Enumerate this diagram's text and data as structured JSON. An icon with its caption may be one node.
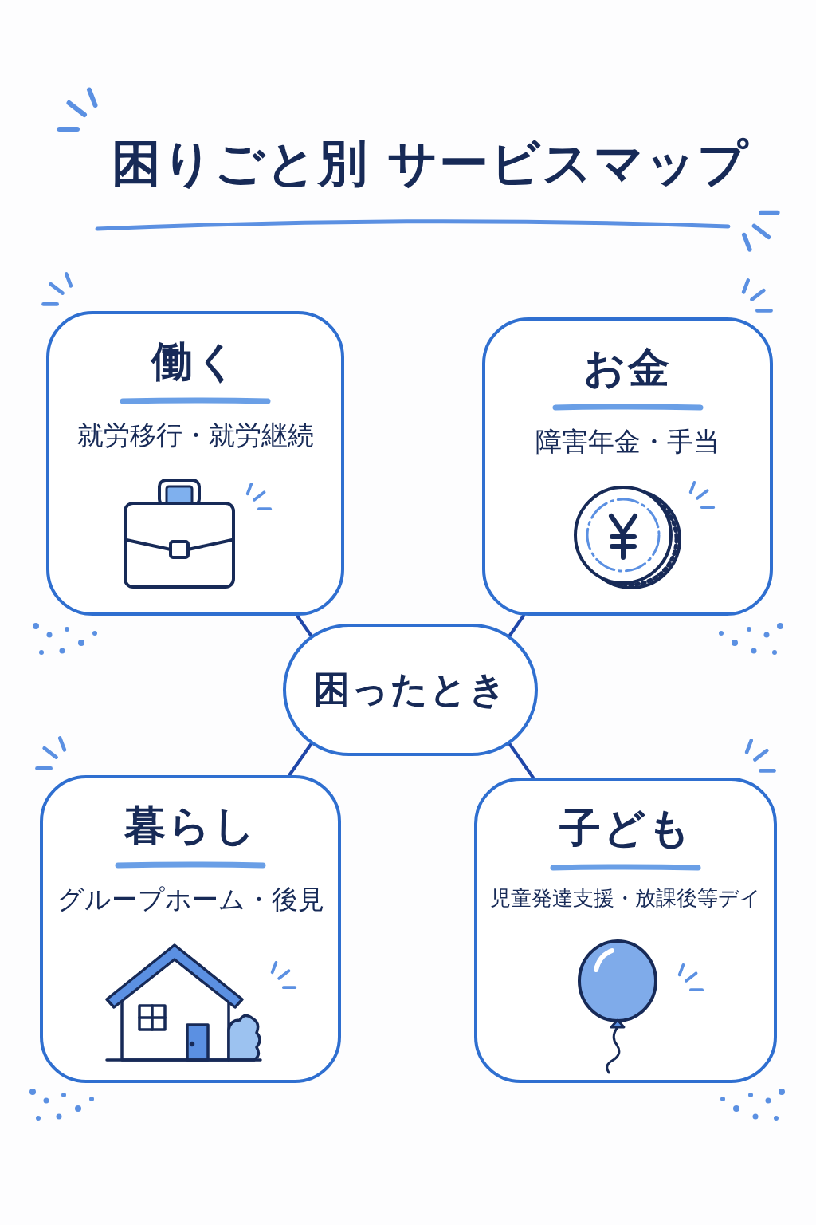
{
  "diagram": {
    "title": "困りごと別 サービスマップ",
    "nodes": [
      {
        "text": [
          "働く",
          "就労移行・就労継続"
        ]
      },
      {
        "text": [
          "お金",
          "障害年金・手当"
        ]
      },
      {
        "text": [
          "困ったとき"
        ]
      },
      {
        "text": [
          "暮らし",
          "グループホーム・後見"
        ]
      },
      {
        "text": [
          "子ども",
          "児童発達支援・放課後等デイ"
        ]
      }
    ],
    "edges": [
      {
        "from": 2,
        "to": 0,
        "arrow": "none"
      },
      {
        "from": 2,
        "to": 1,
        "arrow": "none"
      },
      {
        "from": 2,
        "to": 3,
        "arrow": "none"
      },
      {
        "from": 2,
        "to": 4,
        "arrow": "none"
      }
    ]
  }
}
